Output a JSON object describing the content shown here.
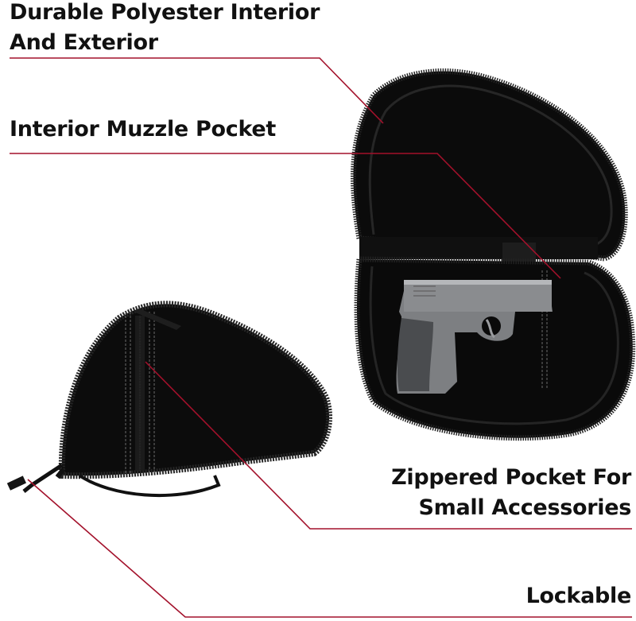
{
  "colors": {
    "background": "#ffffff",
    "text": "#111111",
    "callout_line": "#a3112b",
    "case_fabric": "#0c0c0c",
    "zipper": "#1a1a1a",
    "stitching": "#6a6a6a",
    "pistol": "#7d7f82"
  },
  "features": [
    {
      "id": "durable",
      "lines": [
        "Durable Polyester Interior",
        "And Exterior"
      ]
    },
    {
      "id": "muzzle",
      "lines": [
        "Interior Muzzle Pocket"
      ]
    },
    {
      "id": "zippered",
      "lines": [
        "Zippered Pocket For",
        "Small Accessories"
      ]
    },
    {
      "id": "lockable",
      "lines": [
        "Lockable"
      ]
    }
  ],
  "images": {
    "open_case": "open-pistol-case-with-handgun",
    "closed_case": "closed-pistol-case-exterior"
  }
}
